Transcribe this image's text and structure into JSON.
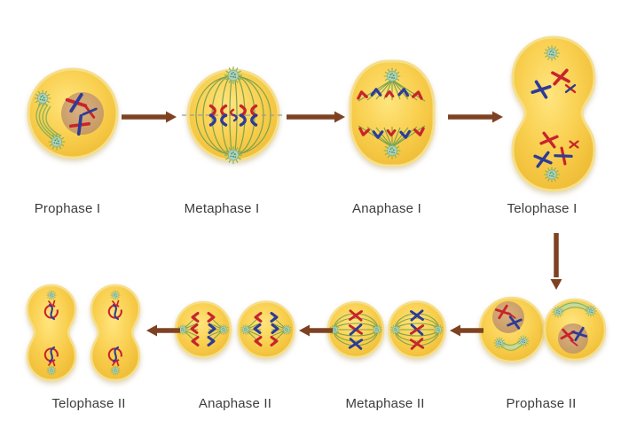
{
  "stages": [
    {
      "id": "prophase-1",
      "label": "Prophase I"
    },
    {
      "id": "metaphase-1",
      "label": "Metaphase I"
    },
    {
      "id": "anaphase-1",
      "label": "Anaphase I"
    },
    {
      "id": "telophase-1",
      "label": "Telophase I"
    },
    {
      "id": "prophase-2",
      "label": "Prophase II"
    },
    {
      "id": "metaphase-2",
      "label": "Metaphase II"
    },
    {
      "id": "anaphase-2",
      "label": "Anaphase II"
    },
    {
      "id": "telophase-2",
      "label": "Telophase II"
    }
  ],
  "flow": {
    "row1_left_to_right": [
      "Prophase I",
      "Metaphase I",
      "Anaphase I",
      "Telophase I"
    ],
    "row2_right_to_left": [
      "Prophase II",
      "Metaphase II",
      "Anaphase II",
      "Telophase II"
    ]
  },
  "colors": {
    "background": "#FFFFFF",
    "cell_fill": "#F9CF4F",
    "cell_rim": "#F6DF8B",
    "nucleus": "#CEA46E",
    "chromosome_red": "#C8242B",
    "chromosome_blue": "#2E3B97",
    "centrosome_green": "#AFD3B8",
    "spindle_green": "#7CA24E",
    "arrow_brown": "#7E4222",
    "label_text": "#3C3C3C"
  },
  "icons": {
    "arrow_right": "arrow-right-icon",
    "arrow_down": "arrow-down-icon",
    "arrow_left": "arrow-left-icon",
    "centrosome": "centrosome-icon",
    "chromosome": "chromosome-icon",
    "spindle": "spindle-fibers-icon"
  }
}
